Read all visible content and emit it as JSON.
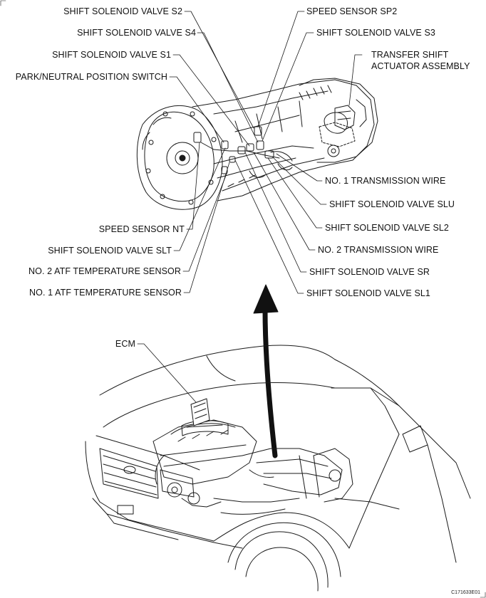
{
  "colors": {
    "ink": "#111111",
    "background": "#ffffff"
  },
  "labels": {
    "shift_solenoid_valve_s2": "SHIFT SOLENOID VALVE S2",
    "shift_solenoid_valve_s4": "SHIFT SOLENOID VALVE S4",
    "shift_solenoid_valve_s1": "SHIFT SOLENOID VALVE S1",
    "park_neutral_position_switch": "PARK/NEUTRAL POSITION SWITCH",
    "speed_sensor_sp2": "SPEED SENSOR SP2",
    "shift_solenoid_valve_s3": "SHIFT SOLENOID VALVE S3",
    "transfer_shift_actuator_line1": "TRANSFER SHIFT",
    "transfer_shift_actuator_line2": "ACTUATOR ASSEMBLY",
    "no1_transmission_wire": "NO. 1 TRANSMISSION WIRE",
    "shift_solenoid_valve_slu": "SHIFT SOLENOID VALVE SLU",
    "shift_solenoid_valve_sl2": "SHIFT SOLENOID VALVE SL2",
    "no2_transmission_wire": "NO. 2 TRANSMISSION WIRE",
    "shift_solenoid_valve_sr": "SHIFT SOLENOID VALVE SR",
    "shift_solenoid_valve_sl1": "SHIFT SOLENOID VALVE SL1",
    "speed_sensor_nt": "SPEED SENSOR NT",
    "shift_solenoid_valve_slt": "SHIFT SOLENOID VALVE SLT",
    "no2_atf_temperature_sensor": "NO. 2 ATF TEMPERATURE SENSOR",
    "no1_atf_temperature_sensor": "NO. 1 ATF TEMPERATURE SENSOR",
    "ecm": "ECM"
  },
  "figure_code": "C171633E01"
}
